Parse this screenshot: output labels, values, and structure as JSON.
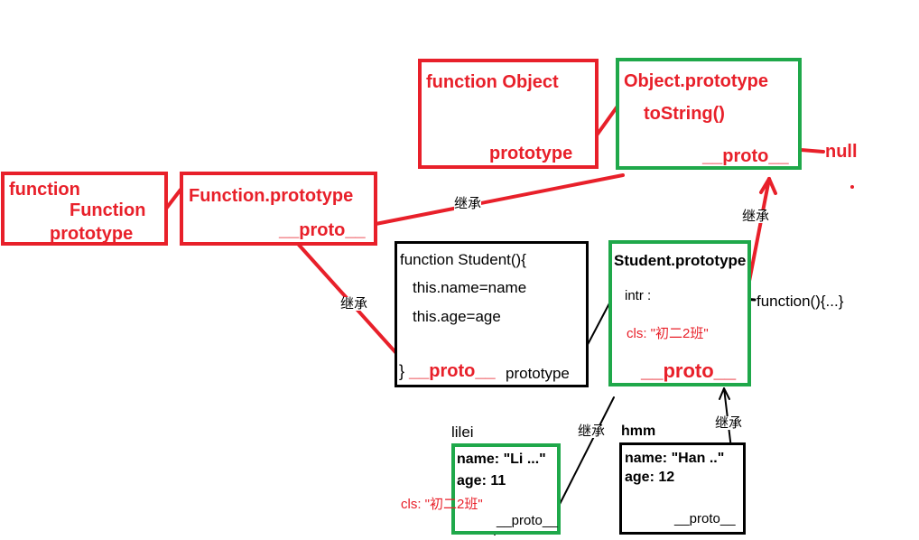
{
  "colors": {
    "red": "#e8202a",
    "green": "#1fa84a",
    "black": "#000000"
  },
  "object_fn": {
    "title": "function Object",
    "prototype": "prototype"
  },
  "object_proto": {
    "title": "Object.prototype",
    "method": "toString()",
    "proto": "__proto__"
  },
  "null_label": "null",
  "function_fn": {
    "line1": "function",
    "line2": "Function",
    "prototype": "prototype"
  },
  "function_proto": {
    "title": "Function.prototype",
    "proto": "__proto__"
  },
  "student_fn": {
    "header_prefix": "function ",
    "header_name": "Student",
    "header_suffix": "(){",
    "line1": "this.name=name",
    "line2": "this.age=age",
    "close": "}",
    "proto": "__proto__",
    "prototype": "prototype"
  },
  "student_proto": {
    "title": "Student.prototype",
    "intr": "intr :",
    "cls": "cls: \"初二2班\"",
    "proto": "__proto__",
    "fn": "function(){...}"
  },
  "lilei": {
    "label": "lilei",
    "name": "name: \"Li ...\"",
    "age": "age: 11",
    "cls": "cls: \"初二2班\"",
    "proto": "__proto__"
  },
  "hmm": {
    "label": "hmm",
    "name": "name: \"Han ..\"",
    "age": "age: 12",
    "proto": "__proto__"
  },
  "inherit_label": "继承"
}
